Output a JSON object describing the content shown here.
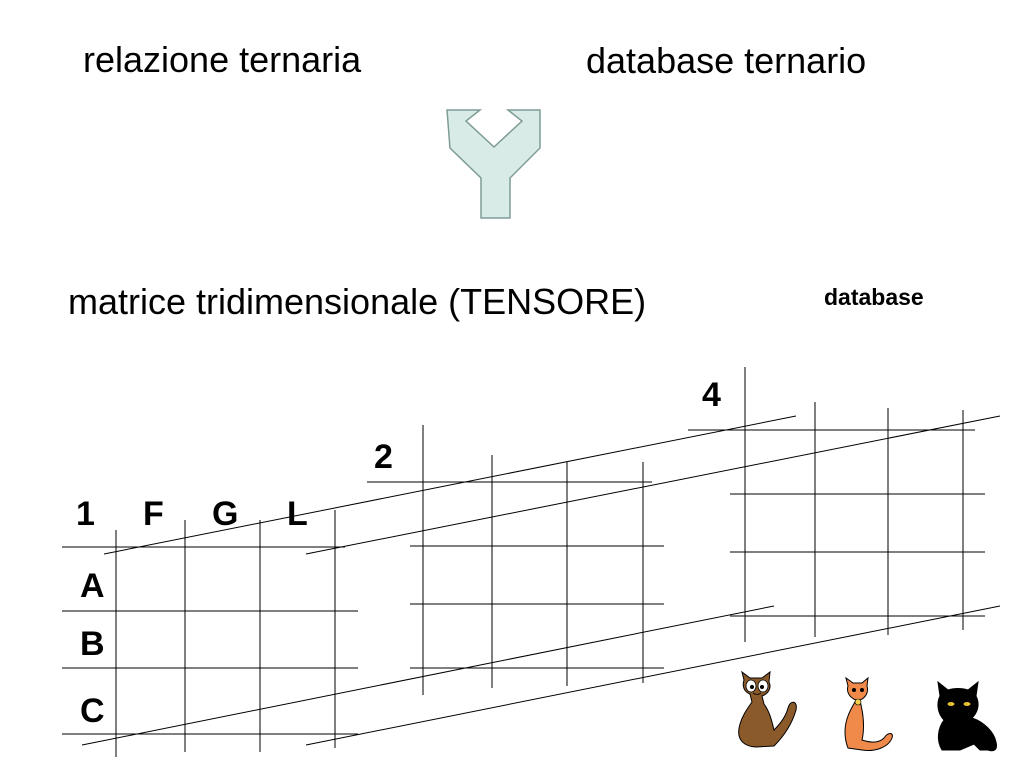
{
  "headings": {
    "left_top": "relazione ternaria",
    "right_top": "database ternario",
    "middle": "matrice tridimensionale (TENSORE)",
    "database_label": "database"
  },
  "slices": {
    "front_index": "1",
    "middle_index": "2",
    "back_index": "4"
  },
  "columns": [
    "F",
    "G",
    "L"
  ],
  "rows": [
    "A",
    "B",
    "C"
  ],
  "colors": {
    "arrow_fill": "#d9ebe7",
    "arrow_stroke": "#7f9c96",
    "line": "#000000",
    "cat_brown": "#8b5a2b",
    "cat_orange": "#f08a4b",
    "cat_black": "#000000"
  },
  "icons": [
    "split-arrow-icon",
    "brown-cat-icon",
    "orange-cat-icon",
    "black-cat-icon"
  ]
}
